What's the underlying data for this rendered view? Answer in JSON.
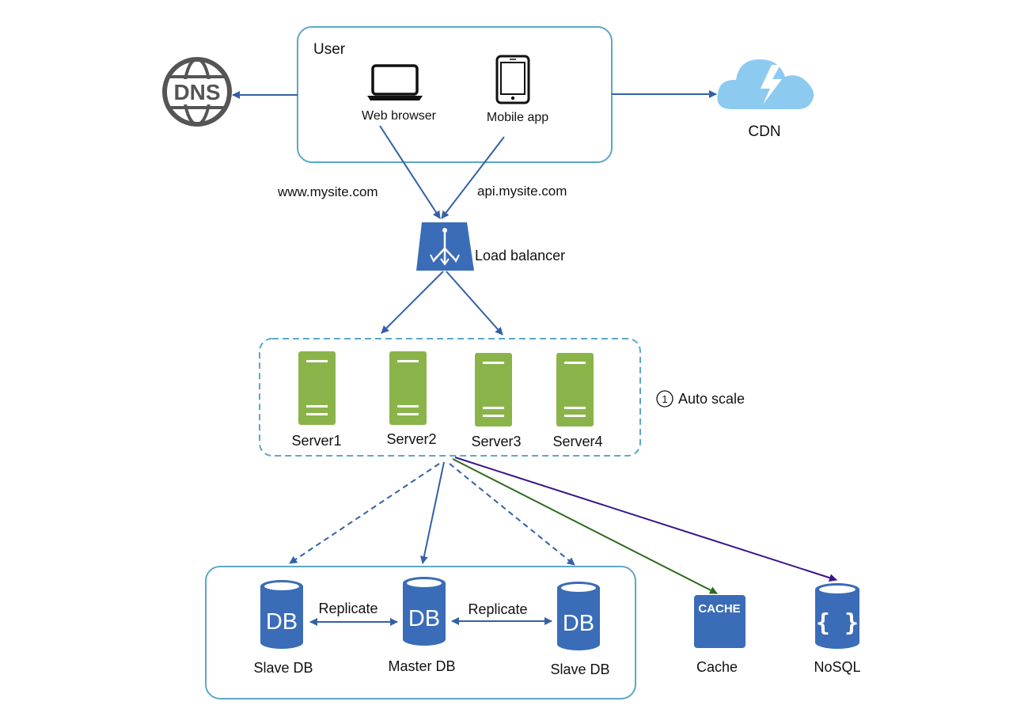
{
  "colors": {
    "box_border": "#5ba8c8",
    "arrow_blue": "#3461a6",
    "arrow_green": "#2e6b1e",
    "arrow_purple": "#3a148a",
    "db_blue": "#3a6cb8",
    "server_green": "#8ab44a",
    "cdn_blue": "#8dcaf0",
    "dns_gray": "#555555"
  },
  "user": {
    "title": "User",
    "web_browser": "Web browser",
    "mobile_app": "Mobile app"
  },
  "dns": {
    "icon_text": "DNS"
  },
  "cdn": {
    "label": "CDN"
  },
  "domains": {
    "web": "www.mysite.com",
    "api": "api.mysite.com"
  },
  "load_balancer": {
    "label": "Load balancer"
  },
  "autoscale": {
    "number": "1",
    "label": "Auto scale"
  },
  "servers": [
    {
      "label": "Server1"
    },
    {
      "label": "Server2"
    },
    {
      "label": "Server3"
    },
    {
      "label": "Server4"
    }
  ],
  "databases": {
    "db_icon_text": "DB",
    "slave_left": "Slave DB",
    "master": "Master DB",
    "slave_right": "Slave DB",
    "replicate_left": "Replicate",
    "replicate_right": "Replicate"
  },
  "cache": {
    "icon_text": "CACHE",
    "label": "Cache"
  },
  "nosql": {
    "icon_text": "{ }",
    "label": "NoSQL"
  }
}
